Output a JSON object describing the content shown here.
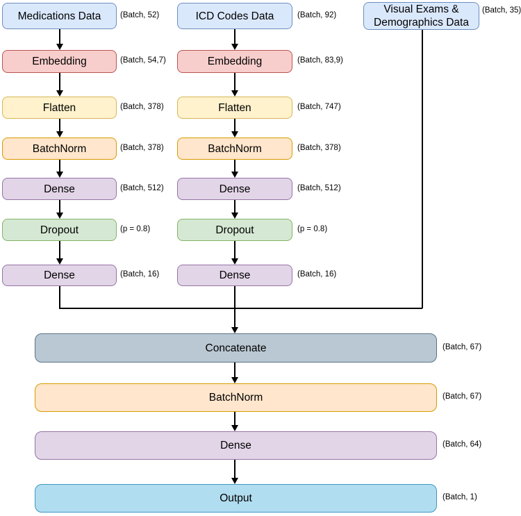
{
  "diagram": {
    "title": "Neural network architecture diagram",
    "medications": {
      "input": {
        "label": "Medications Data",
        "shape": "(Batch, 52)"
      },
      "embedding": {
        "label": "Embedding",
        "shape": "(Batch, 54,7)"
      },
      "flatten": {
        "label": "Flatten",
        "shape": "(Batch, 378)"
      },
      "batchnorm": {
        "label": "BatchNorm",
        "shape": "(Batch, 378)"
      },
      "dense1": {
        "label": "Dense",
        "shape": "(Batch, 512)"
      },
      "dropout": {
        "label": "Dropout",
        "shape": "(p = 0.8)"
      },
      "dense2": {
        "label": "Dense",
        "shape": "(Batch, 16)"
      }
    },
    "icd": {
      "input": {
        "label": "ICD Codes Data",
        "shape": "(Batch, 92)"
      },
      "embedding": {
        "label": "Embedding",
        "shape": "(Batch, 83,9)"
      },
      "flatten": {
        "label": "Flatten",
        "shape": "(Batch, 747)"
      },
      "batchnorm": {
        "label": "BatchNorm",
        "shape": "(Batch, 378)"
      },
      "dense1": {
        "label": "Dense",
        "shape": "(Batch, 512)"
      },
      "dropout": {
        "label": "Dropout",
        "shape": "(p = 0.8)"
      },
      "dense2": {
        "label": "Dense",
        "shape": "(Batch, 16)"
      }
    },
    "visual": {
      "input": {
        "label": "Visual Exams & Demographics Data",
        "shape": "(Batch, 35)"
      }
    },
    "merge": {
      "concatenate": {
        "label": "Concatenate",
        "shape": "(Batch, 67)"
      },
      "batchnorm": {
        "label": "BatchNorm",
        "shape": "(Batch, 67)"
      },
      "dense": {
        "label": "Dense",
        "shape": "(Batch, 64)"
      },
      "output": {
        "label": "Output",
        "shape": "(Batch, 1)"
      }
    },
    "colors": {
      "input_fill": "#dae8fc",
      "input_stroke": "#6c8ebf",
      "embedding_fill": "#f8cecc",
      "embedding_stroke": "#b85450",
      "flatten_fill": "#fff2cc",
      "flatten_stroke": "#d6b656",
      "batchnorm_fill": "#ffe6cc",
      "batchnorm_stroke": "#d79b00",
      "dense_fill": "#e1d5e7",
      "dense_stroke": "#9673a6",
      "dropout_fill": "#d5e8d4",
      "dropout_stroke": "#82b366",
      "concatenate_fill": "#bac8d3",
      "concatenate_stroke": "#5c7383",
      "output_fill": "#b1ddf0",
      "output_stroke": "#3e98c2"
    }
  }
}
